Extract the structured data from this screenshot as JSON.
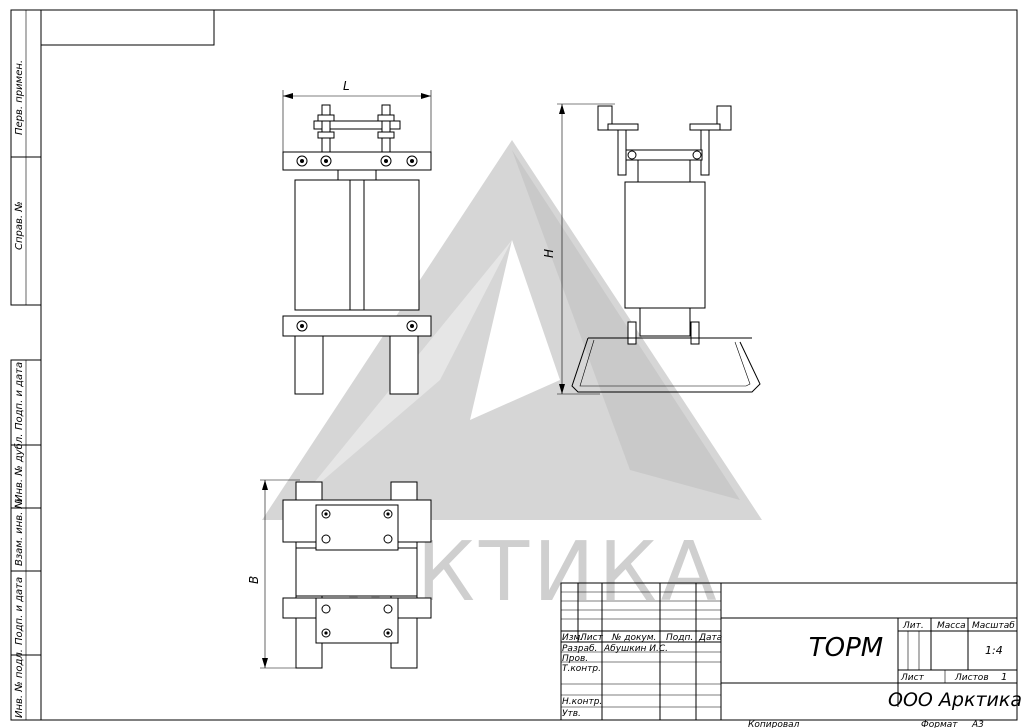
{
  "watermark": {
    "text": "АРКТИКА"
  },
  "side_strip": {
    "labels": [
      "Перв. примен.",
      "Справ. №",
      "Подп. и дата",
      "Инв. № дубл.",
      "Взам. инв. №",
      "Подп. и дата",
      "Инв. № подл."
    ]
  },
  "dimensions": {
    "L": "L",
    "H": "H",
    "B": "B"
  },
  "title_block": {
    "headers": [
      "Изм.",
      "Лист",
      "№ докум.",
      "Подп.",
      "Дата"
    ],
    "row_labels": [
      "Разраб.",
      "Пров.",
      "Т.контр.",
      "Н.контр.",
      "Утв."
    ],
    "developer": "Абушкин И.С.",
    "designation": "ТОРМ",
    "lit_label": "Лит.",
    "mass_label": "Масса",
    "scale_label": "Масштаб",
    "scale_value": "1:4",
    "sheet_label": "Лист",
    "sheets_label": "Листов",
    "sheets_value": "1",
    "company": "ООО Арктика",
    "copied_label": "Копировал",
    "format_label": "Формат",
    "format_value": "А3"
  }
}
